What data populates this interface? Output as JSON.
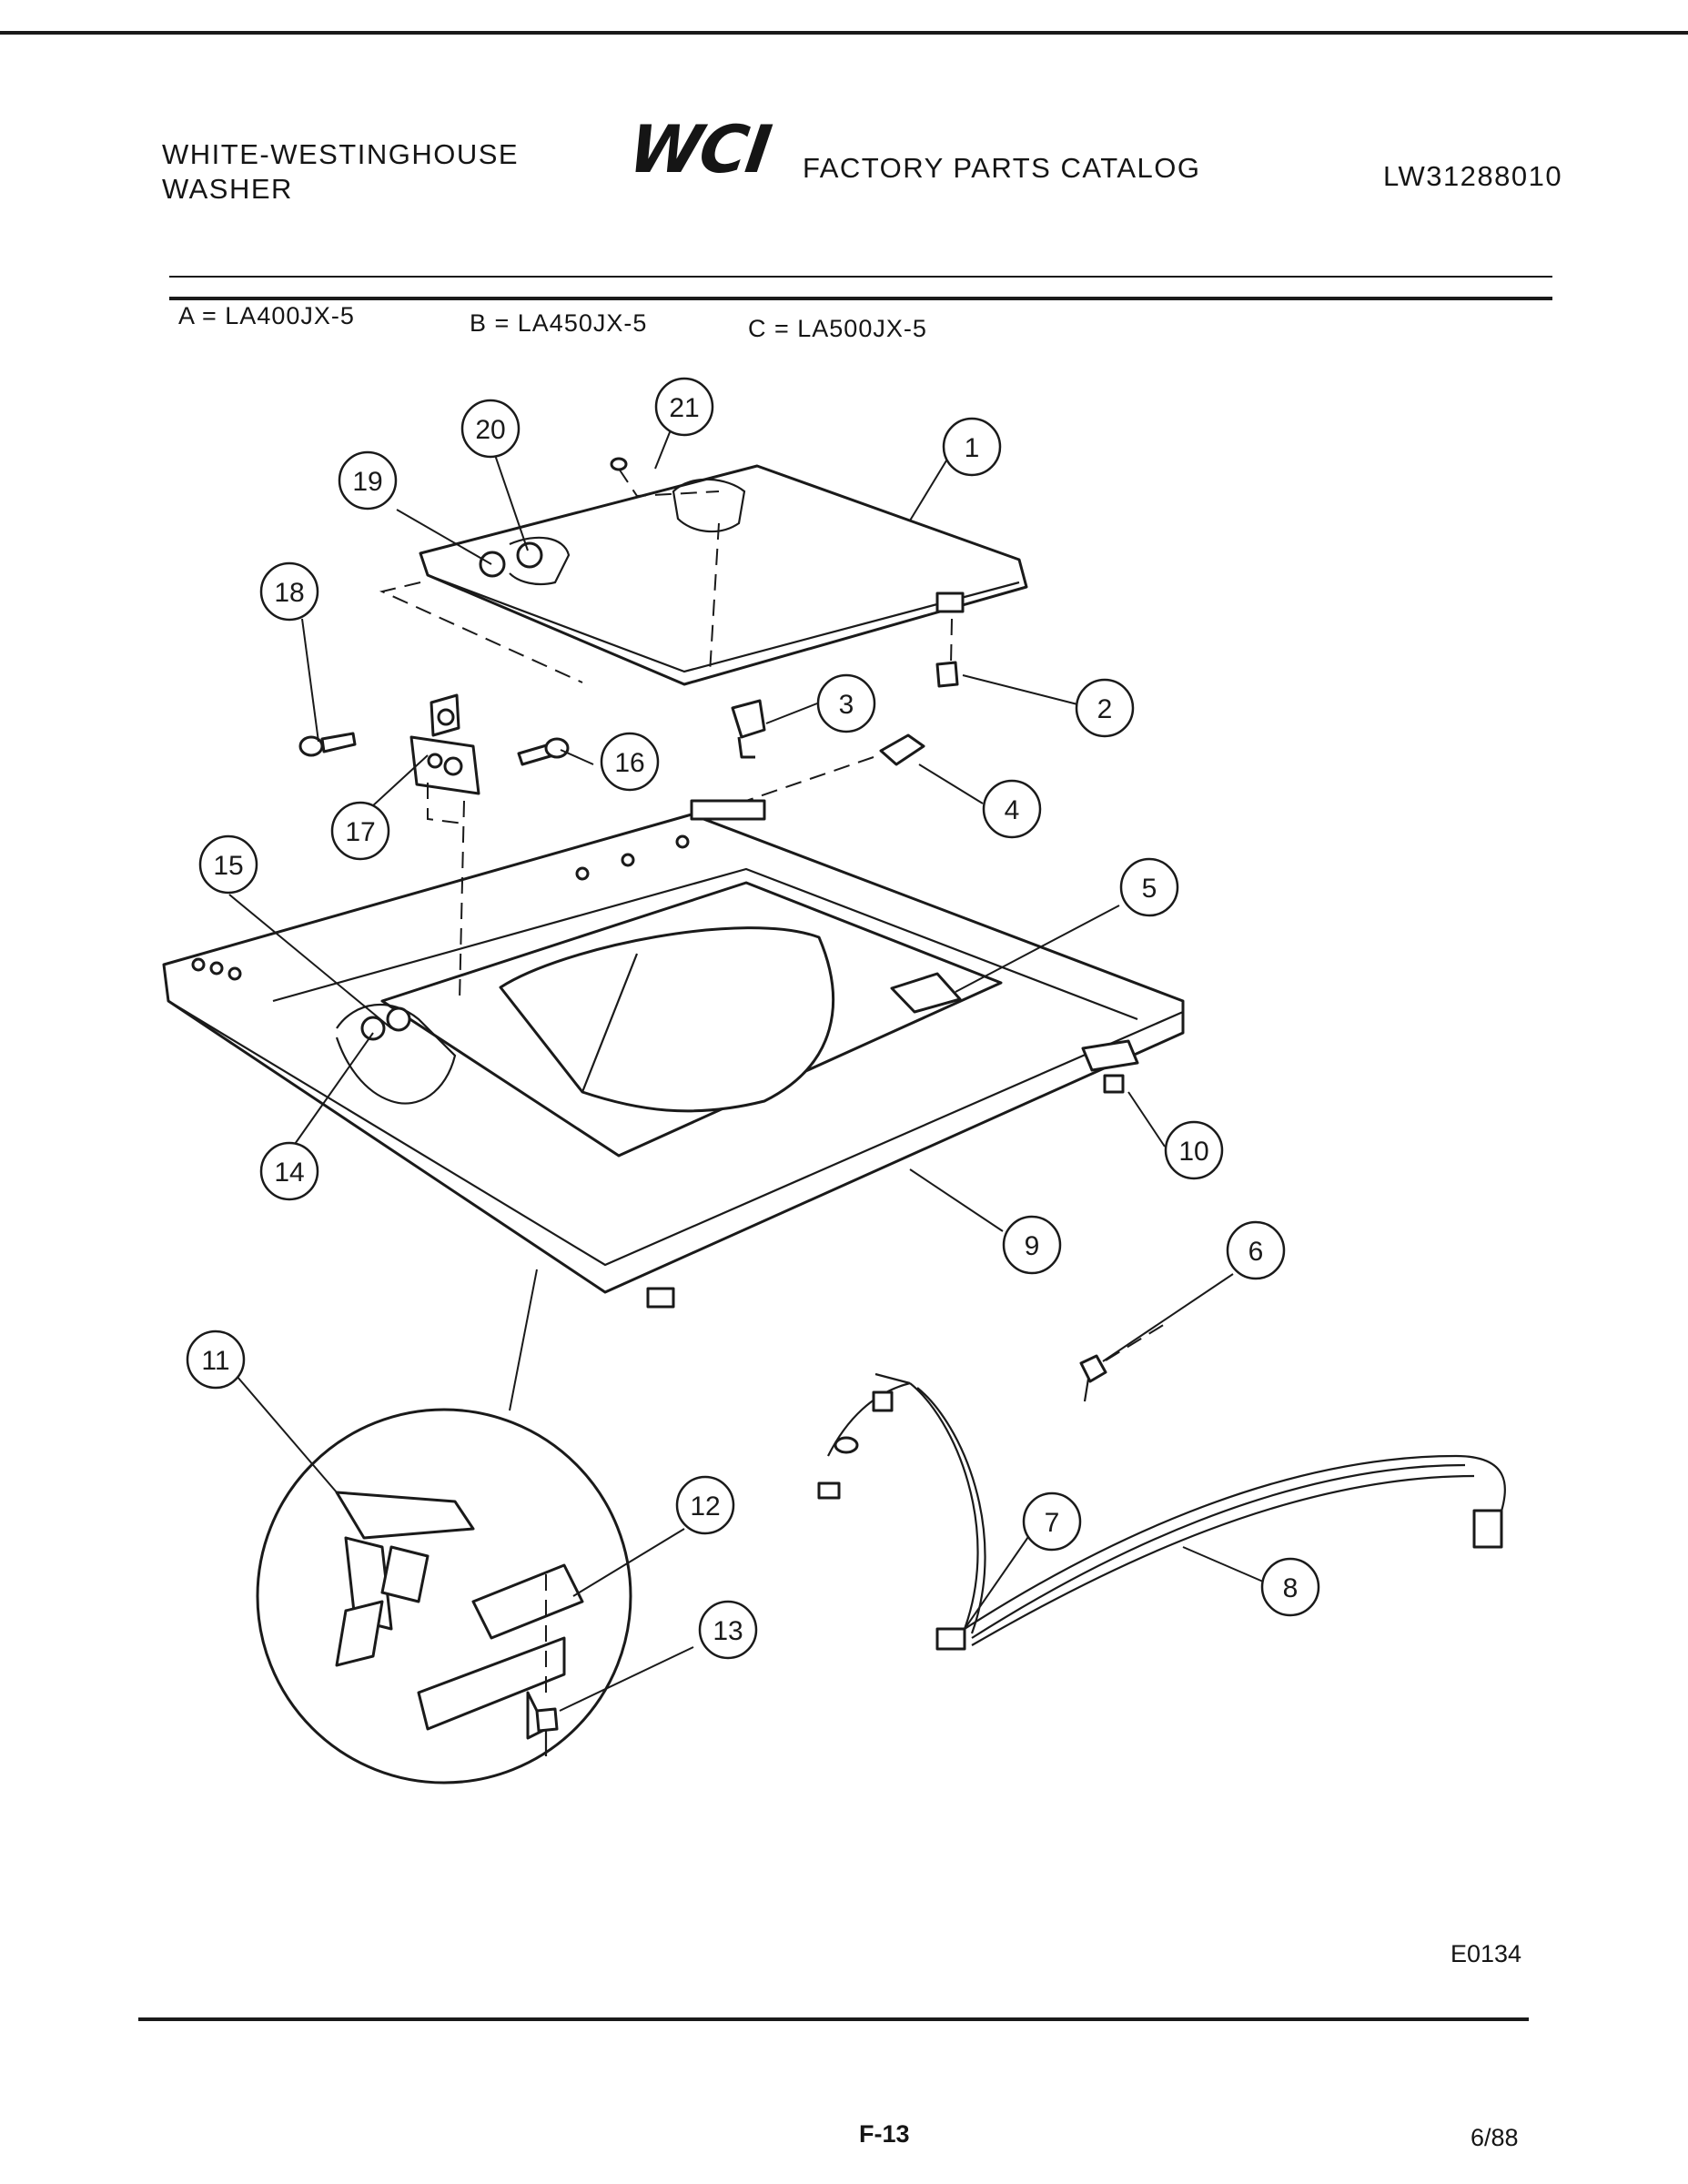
{
  "header": {
    "brand_line1": "WHITE-WESTINGHOUSE",
    "brand_line2": "WASHER",
    "logo_text": "WCI",
    "catalog_title": "FACTORY PARTS CATALOG",
    "catalog_number": "LW31288010"
  },
  "models": [
    {
      "key": "A",
      "text": "A = LA400JX-5"
    },
    {
      "key": "B",
      "text": "B = LA450JX-5"
    },
    {
      "key": "C",
      "text": "C = LA500JX-5"
    }
  ],
  "callouts": [
    "1",
    "2",
    "3",
    "4",
    "5",
    "6",
    "7",
    "8",
    "9",
    "10",
    "11",
    "12",
    "13",
    "14",
    "15",
    "16",
    "17",
    "18",
    "19",
    "20",
    "21"
  ],
  "footer": {
    "drawing_id": "E0134",
    "page_number": "F-13",
    "date": "6/88"
  }
}
